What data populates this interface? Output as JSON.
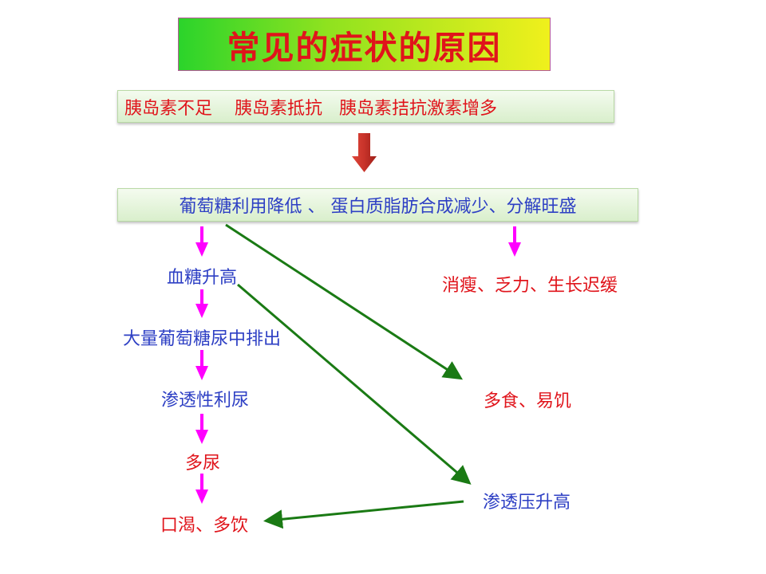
{
  "title": "常见的症状的原因",
  "causes": "胰岛素不足    胰岛素抵抗   胰岛素拮抗激素增多",
  "effects": "葡萄糖利用降低 、 蛋白质脂肪合成减少、分解旺盛",
  "nodes": {
    "blood_sugar": "血糖升高",
    "glycosuria": "大量葡萄糖尿中排出",
    "osmotic_diuresis": "渗透性利尿",
    "polyuria": "多尿",
    "thirst": "口渴、多饮",
    "wasting": "消瘦、乏力、生长迟缓",
    "polyphagia": "多食、易饥",
    "osmotic_pressure": "渗透压升高"
  },
  "colors": {
    "title_text": "#e0141b",
    "red_text": "#e0141b",
    "blue_text": "#2d3fc4",
    "magenta_arrow": "#ff00ff",
    "green_arrow": "#1a7a14",
    "down_arrow": "#c8332a"
  }
}
